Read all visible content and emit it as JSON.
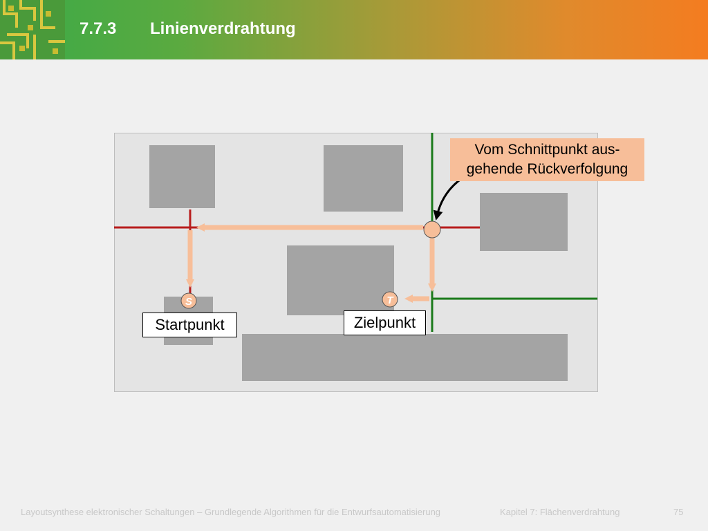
{
  "header": {
    "section_number": "7.7.3",
    "title": "Linienverdrahtung"
  },
  "diagram": {
    "callout_line1": "Vom Schnittpunkt aus-",
    "callout_line2": "gehende Rückverfolgung",
    "start_marker": "S",
    "target_marker": "T",
    "start_label": "Startpunkt",
    "target_label": "Zielpunkt"
  },
  "colors": {
    "red_line": "#b81c1c",
    "green_line": "#1a7a1a",
    "trace": "#f7be99",
    "block": "#a4a4a4",
    "field": "#e4e4e4"
  },
  "footer": {
    "book": "Layoutsynthese elektronischer Schaltungen – Grundlegende Algorithmen für die Entwurfsautomatisierung",
    "chapter": "Kapitel 7: Flächenverdrahtung",
    "page": "75"
  }
}
